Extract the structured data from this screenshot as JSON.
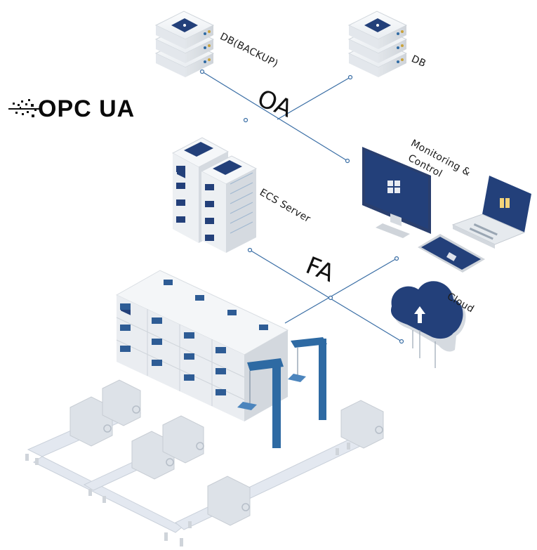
{
  "logo": {
    "text": "OPC UA"
  },
  "zones": {
    "oa": "OA",
    "fa": "FA"
  },
  "labels": {
    "db_backup": "DB(BACKUP)",
    "db": "DB",
    "ecs_server": "ECS Server",
    "monitoring_line1": "Monitoring &",
    "monitoring_line2": "Control",
    "cloud": "Cloud"
  },
  "colors": {
    "navy": "#23407a",
    "steel_blue": "#2e6aa3",
    "light_gray": "#e7eaee",
    "line": "#3a6ea5"
  }
}
